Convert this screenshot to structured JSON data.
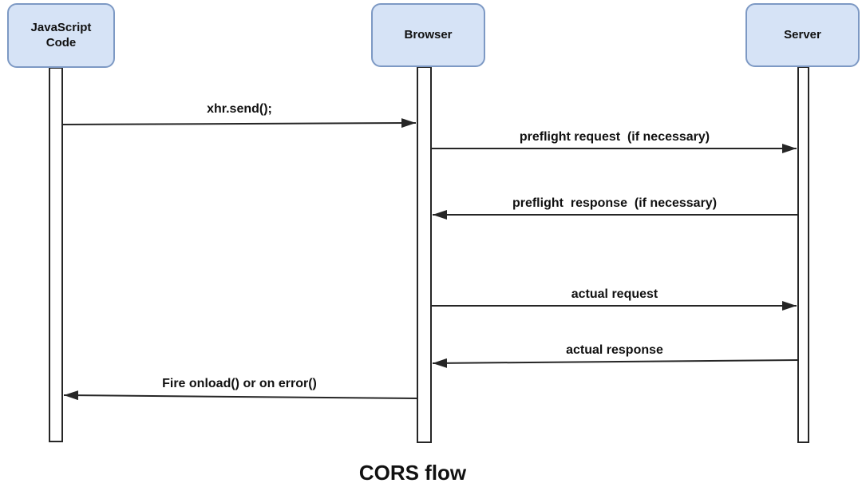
{
  "title": "CORS flow",
  "colors": {
    "background": "#ffffff",
    "actor_fill": "#d6e3f6",
    "actor_border": "#7d99c4",
    "line": "#262626"
  },
  "actors": [
    {
      "id": "javascript-code",
      "label": "JavaScript\nCode"
    },
    {
      "id": "browser",
      "label": "Browser"
    },
    {
      "id": "server",
      "label": "Server"
    }
  ],
  "messages": [
    {
      "from": "JavaScript Code",
      "to": "Browser",
      "label": "xhr.send();"
    },
    {
      "from": "Browser",
      "to": "Server",
      "label": "preflight request  (if necessary)"
    },
    {
      "from": "Server",
      "to": "Browser",
      "label": "preflight  response  (if necessary)"
    },
    {
      "from": "Browser",
      "to": "Server",
      "label": "actual request"
    },
    {
      "from": "Server",
      "to": "Browser",
      "label": "actual response"
    },
    {
      "from": "Browser",
      "to": "JavaScript Code",
      "label": "Fire onload() or on error()"
    }
  ]
}
